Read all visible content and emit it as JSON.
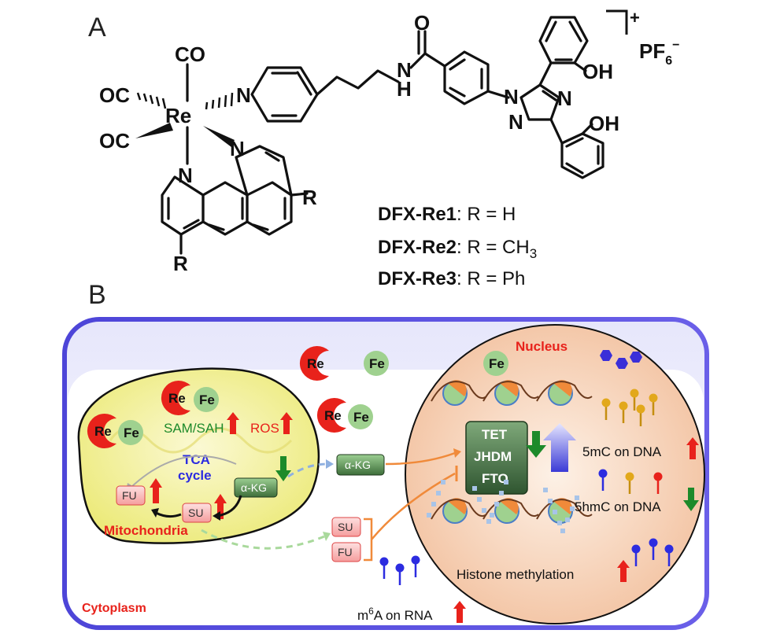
{
  "panel_a": {
    "label": "A",
    "atoms": {
      "re": "Re",
      "co_top": "CO",
      "oc_left_upper": "OC",
      "oc_left_lower": "OC",
      "n_pyridine": "N",
      "n_phen_1": "N",
      "n_phen_2": "N",
      "r_right": "R",
      "r_bottom": "R",
      "o_amide": "O",
      "n_amide": "N",
      "h_amide": "H",
      "n_triazole_1": "N",
      "n_triazole_2": "N",
      "n_triazole_3": "N",
      "oh_top": "OH",
      "oh_bottom": "OH"
    },
    "charge": "+",
    "counterion": {
      "base": "PF",
      "sub": "6",
      "sup": "−"
    },
    "compounds": [
      {
        "name": "DFX-Re1",
        "r": ": R = H"
      },
      {
        "name": "DFX-Re2",
        "r": ": R = CH",
        "sub": "3"
      },
      {
        "name": "DFX-Re3",
        "r": ": R = Ph"
      }
    ]
  },
  "panel_b": {
    "label": "B",
    "cytoplasm": "Cytoplasm",
    "mitochondria": "Mitochondria",
    "nucleus": "Nucleus",
    "sam_sah": "SAM/SAH",
    "ros": "ROS",
    "tca": [
      "TCA",
      "cycle"
    ],
    "re": "Re",
    "fe": "Fe",
    "akg": "α-KG",
    "su": "SU",
    "fu": "FU",
    "enzymes": [
      "TET",
      "JHDM",
      "FTO"
    ],
    "dna_5mc": "5mC on DNA",
    "dna_5hmc": "5hmC on DNA",
    "histone": "Histone methylation",
    "m6a": {
      "m": "m",
      "sup": "6",
      "rest": "A on RNA"
    },
    "colors": {
      "border": "#5b4fe0",
      "red": "#e8221b",
      "green": "#1d8a2a",
      "mito_fill": "#f6f3a8",
      "nucleus_fill": "#f7d3b8",
      "fe_ball": "#9fd18f",
      "re_ball": "#e8221b"
    }
  }
}
